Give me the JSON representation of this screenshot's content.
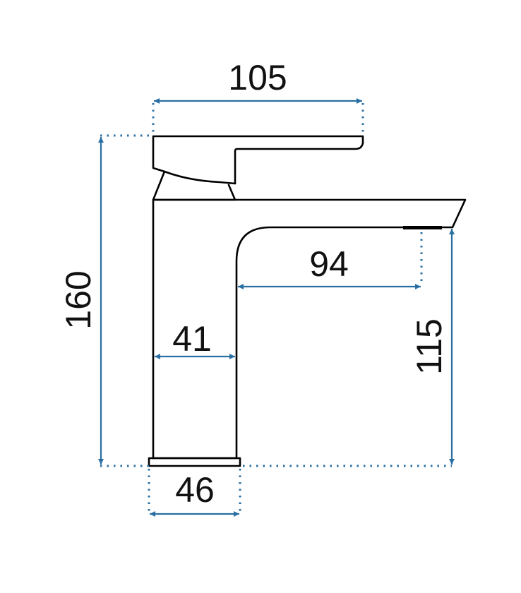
{
  "colors": {
    "dimension": "#2a6fa3",
    "outline": "#000000",
    "text": "#111111",
    "background": "#ffffff"
  },
  "dimensions": {
    "top_width": "105",
    "total_height": "160",
    "spout_reach": "94",
    "body_width": "41",
    "spout_height": "115",
    "base_width": "46"
  }
}
